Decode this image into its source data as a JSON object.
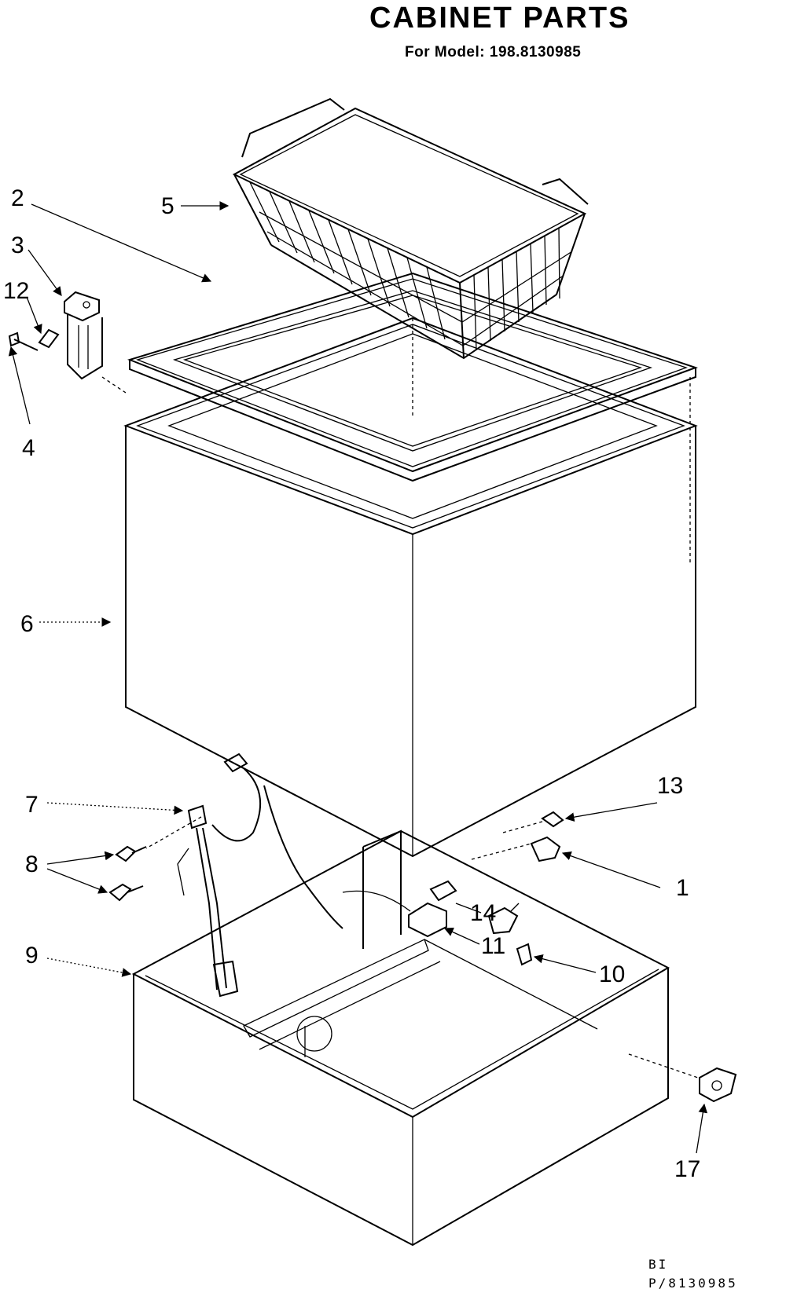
{
  "header": {
    "title": "CABINET PARTS",
    "subtitle": "For Model: 198.8130985"
  },
  "footer": {
    "code_line1": "BI",
    "code_line2": "P/8130985"
  },
  "callouts": {
    "c1": "1",
    "c2": "2",
    "c3": "3",
    "c4": "4",
    "c5": "5",
    "c6": "6",
    "c7": "7",
    "c8": "8",
    "c9": "9",
    "c10": "10",
    "c11": "11",
    "c12": "12",
    "c13": "13",
    "c14": "14",
    "c17": "17"
  }
}
